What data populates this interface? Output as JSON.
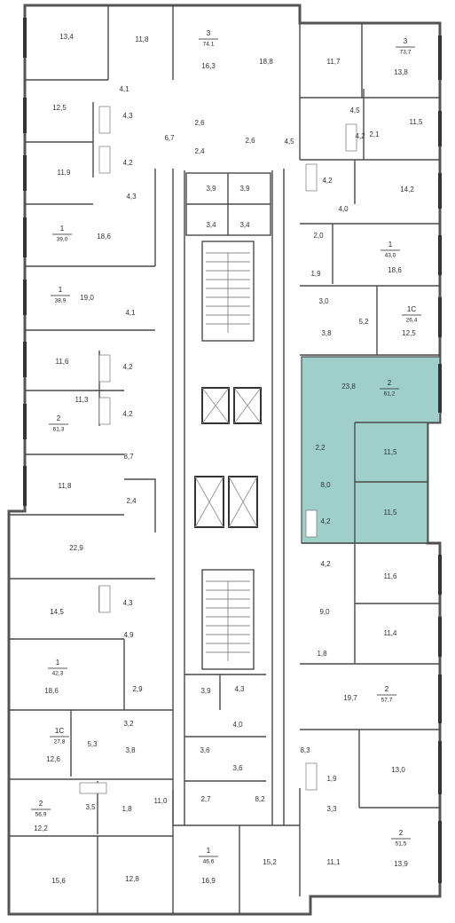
{
  "colors": {
    "highlight": "#9fcfcb",
    "wall": "#4a4a4a",
    "text": "#333333"
  },
  "rooms": [
    {
      "id": "r1",
      "label": "13,4"
    },
    {
      "id": "r2",
      "label": "11,8"
    },
    {
      "id": "r3",
      "label": "16,3"
    },
    {
      "id": "r4",
      "label": "18,8"
    },
    {
      "id": "r5",
      "label": "11,7"
    },
    {
      "id": "r6",
      "label": "13,8"
    },
    {
      "id": "r7",
      "label": "4,1"
    },
    {
      "id": "r8",
      "label": "12,5"
    },
    {
      "id": "r9",
      "label": "4,3"
    },
    {
      "id": "r10",
      "label": "2,6"
    },
    {
      "id": "r11",
      "label": "2,6"
    },
    {
      "id": "r12",
      "label": "4,5"
    },
    {
      "id": "r13",
      "label": "4,5"
    },
    {
      "id": "r14",
      "label": "11,5"
    },
    {
      "id": "r15",
      "label": "6,7"
    },
    {
      "id": "r16",
      "label": "4,2"
    },
    {
      "id": "r17",
      "label": "2,4"
    },
    {
      "id": "r18",
      "label": "4,2"
    },
    {
      "id": "r19",
      "label": "2,1"
    },
    {
      "id": "r20",
      "label": "11,9"
    },
    {
      "id": "r21",
      "label": "4,2"
    },
    {
      "id": "r22",
      "label": "14,2"
    },
    {
      "id": "r23",
      "label": "4,3"
    },
    {
      "id": "r24",
      "label": "3,9"
    },
    {
      "id": "r25",
      "label": "3,9"
    },
    {
      "id": "r26",
      "label": "4,0"
    },
    {
      "id": "r27",
      "label": "3,4"
    },
    {
      "id": "r28",
      "label": "3,4"
    },
    {
      "id": "r29",
      "label": "2,0"
    },
    {
      "id": "r30",
      "label": "18,6"
    },
    {
      "id": "r31",
      "label": "18,6"
    },
    {
      "id": "r32",
      "label": "1,9"
    },
    {
      "id": "r33",
      "label": "19,0"
    },
    {
      "id": "r34",
      "label": "3,0"
    },
    {
      "id": "r35",
      "label": "5,2"
    },
    {
      "id": "r36",
      "label": "3,8"
    },
    {
      "id": "r37",
      "label": "12,5"
    },
    {
      "id": "r38",
      "label": "4,1"
    },
    {
      "id": "r39",
      "label": "11,6"
    },
    {
      "id": "r40",
      "label": "4,2"
    },
    {
      "id": "r41",
      "label": "23,8"
    },
    {
      "id": "r42",
      "label": "4,2"
    },
    {
      "id": "r43",
      "label": "11,3"
    },
    {
      "id": "r44",
      "label": "2,2"
    },
    {
      "id": "r45",
      "label": "11,5"
    },
    {
      "id": "r46",
      "label": "8,7"
    },
    {
      "id": "r47",
      "label": "8,0"
    },
    {
      "id": "r48",
      "label": "11,8"
    },
    {
      "id": "r49",
      "label": "2,4"
    },
    {
      "id": "r50",
      "label": "4,2"
    },
    {
      "id": "r51",
      "label": "11,5"
    },
    {
      "id": "r52",
      "label": "22,9"
    },
    {
      "id": "r53",
      "label": "4,2"
    },
    {
      "id": "r54",
      "label": "11,6"
    },
    {
      "id": "r55",
      "label": "4,3"
    },
    {
      "id": "r56",
      "label": "14,5"
    },
    {
      "id": "r57",
      "label": "9,0"
    },
    {
      "id": "r58",
      "label": "4,9"
    },
    {
      "id": "r59",
      "label": "11,4"
    },
    {
      "id": "r60",
      "label": "1,8"
    },
    {
      "id": "r61",
      "label": "18,6"
    },
    {
      "id": "r62",
      "label": "2,9"
    },
    {
      "id": "r63",
      "label": "3,9"
    },
    {
      "id": "r64",
      "label": "4,3"
    },
    {
      "id": "r65",
      "label": "19,7"
    },
    {
      "id": "r66",
      "label": "3,2"
    },
    {
      "id": "r67",
      "label": "4,0"
    },
    {
      "id": "r68",
      "label": "5,3"
    },
    {
      "id": "r69",
      "label": "3,8"
    },
    {
      "id": "r70",
      "label": "3,6"
    },
    {
      "id": "r71",
      "label": "8,3"
    },
    {
      "id": "r72",
      "label": "13,0"
    },
    {
      "id": "r73",
      "label": "12,6"
    },
    {
      "id": "r74",
      "label": "3,6"
    },
    {
      "id": "r75",
      "label": "1,9"
    },
    {
      "id": "r76",
      "label": "3,3"
    },
    {
      "id": "r77",
      "label": "11,0"
    },
    {
      "id": "r78",
      "label": "2,7"
    },
    {
      "id": "r79",
      "label": "8,2"
    },
    {
      "id": "r80",
      "label": "3,5"
    },
    {
      "id": "r81",
      "label": "1,8"
    },
    {
      "id": "r82",
      "label": "12,2"
    },
    {
      "id": "r83",
      "label": "15,2"
    },
    {
      "id": "r84",
      "label": "11,1"
    },
    {
      "id": "r85",
      "label": "13,9"
    },
    {
      "id": "r86",
      "label": "16,9"
    },
    {
      "id": "r87",
      "label": "15,6"
    },
    {
      "id": "r88",
      "label": "12,8"
    }
  ],
  "apartments": [
    {
      "id": "a1",
      "rooms": "3",
      "area": "74,1"
    },
    {
      "id": "a2",
      "rooms": "3",
      "area": "73,7"
    },
    {
      "id": "a3",
      "rooms": "1",
      "area": "39,0"
    },
    {
      "id": "a4",
      "rooms": "1",
      "area": "43,0"
    },
    {
      "id": "a5",
      "rooms": "1",
      "area": "38,9"
    },
    {
      "id": "a6",
      "rooms": "1С",
      "area": "26,4"
    },
    {
      "id": "a7",
      "rooms": "2",
      "area": "61,2"
    },
    {
      "id": "a8",
      "rooms": "2",
      "area": "61,3"
    },
    {
      "id": "a9",
      "rooms": "1",
      "area": "42,3"
    },
    {
      "id": "a10",
      "rooms": "2",
      "area": "57,7"
    },
    {
      "id": "a11",
      "rooms": "1С",
      "area": "27,8"
    },
    {
      "id": "a12",
      "rooms": "2",
      "area": "56,9"
    },
    {
      "id": "a13",
      "rooms": "2",
      "area": "51,5"
    },
    {
      "id": "a14",
      "rooms": "1",
      "area": "46,6"
    }
  ]
}
